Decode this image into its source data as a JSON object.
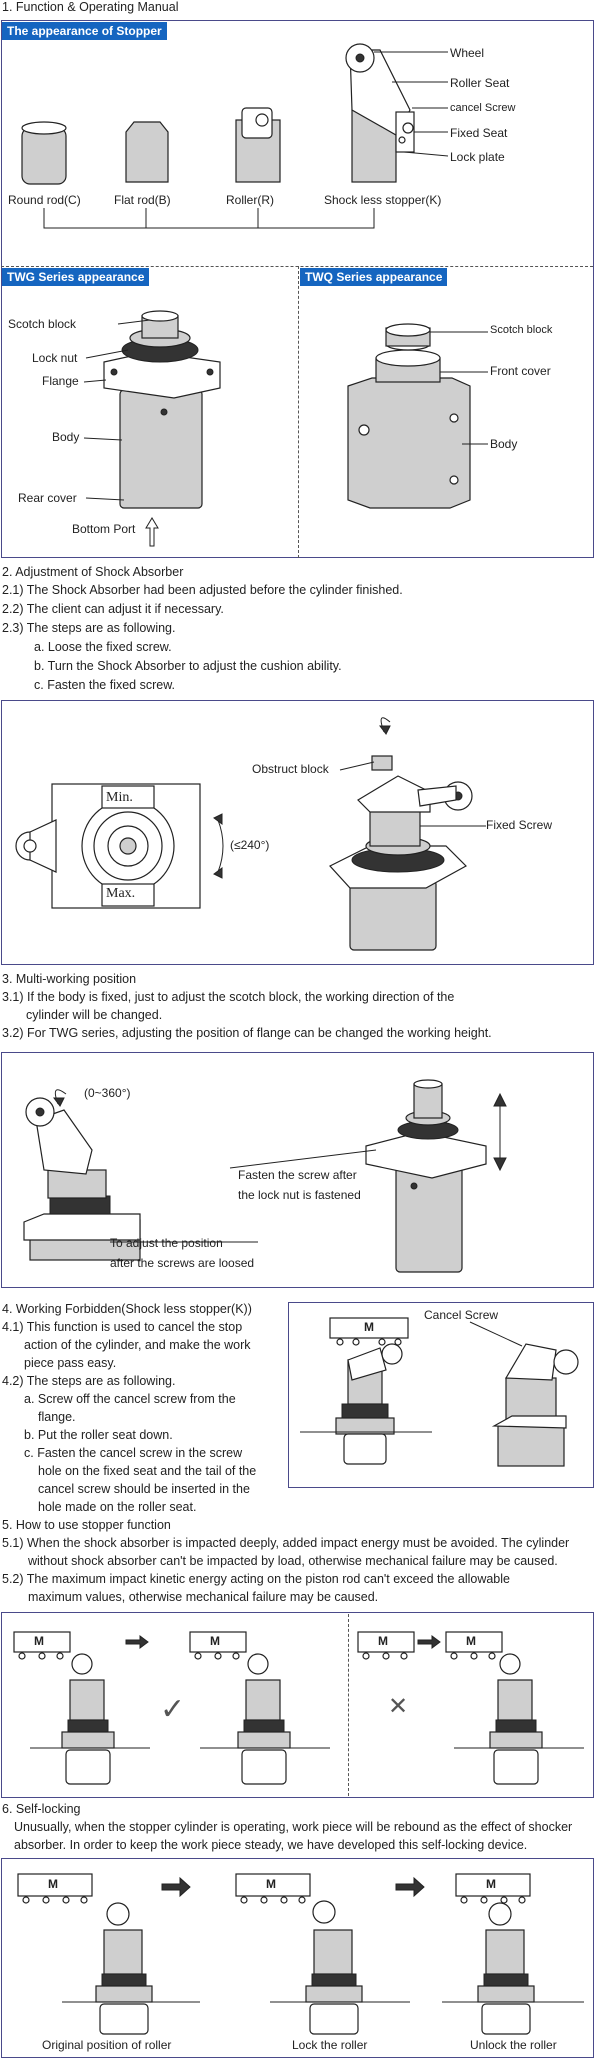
{
  "sections": {
    "s1_title": "1. Function & Operating Manual",
    "s1_stopper_tag": "The appearance of Stopper",
    "s1_stopper_labels": {
      "wheel": "Wheel",
      "roller_seat": "Roller Seat",
      "cancel_screw": "cancel Screw",
      "fixed_seat": "Fixed Seat",
      "lock_plate": "Lock plate"
    },
    "s1_types": {
      "round": "Round rod(C)",
      "flat": "Flat rod(B)",
      "roller": "Roller(R)",
      "shockless": "Shock less stopper(K)"
    },
    "twg_tag": "TWG Series appearance",
    "twq_tag": "TWQ Series appearance",
    "twg_labels": {
      "scotch": "Scotch block",
      "lock_nut": "Lock nut",
      "flange": "Flange",
      "body": "Body",
      "rear_cover": "Rear cover",
      "bottom_port": "Bottom Port"
    },
    "twq_labels": {
      "scotch": "Scotch block",
      "front_cover": "Front cover",
      "body": "Body"
    },
    "s2_title": "2. Adjustment of Shock Absorber",
    "s2_lines": [
      "2.1) The Shock Absorber had been adjusted before the cylinder finished.",
      "2.2) The client can adjust it if necessary.",
      "2.3) The steps are as following.",
      "a. Loose the fixed screw.",
      "b. Turn the Shock Absorber to adjust the cushion ability.",
      "c. Fasten the fixed screw."
    ],
    "s2_fig": {
      "min": "Min.",
      "max": "Max.",
      "angle": "(≤240°)",
      "obstruct": "Obstruct block",
      "fixed_screw": "Fixed Screw"
    },
    "s3_title": "3. Multi-working position",
    "s3_lines": [
      "3.1) If the body is fixed, just to adjust the scotch block, the working direction of the",
      "cylinder will be changed.",
      "3.2) For TWG series, adjusting the position of flange can be changed the working height."
    ],
    "s3_fig": {
      "angle": "(0~360°)",
      "adjust1": "To adjust the position",
      "adjust2": "after the screws are loosed",
      "fasten1": "Fasten the screw after",
      "fasten2": "the lock nut is fastened"
    },
    "s4_title": "4. Working Forbidden(Shock less stopper(K))",
    "s4_lines": [
      "4.1) This function is used to cancel the stop",
      "action of the cylinder, and make the work",
      "piece pass easy.",
      "4.2) The steps are as following.",
      "a. Screw off the cancel screw from the",
      "flange.",
      "b. Put the roller seat down.",
      "c. Fasten the cancel screw in the screw",
      "hole on the fixed seat and the tail of the",
      "cancel screw should be inserted in the",
      "hole made on the roller seat."
    ],
    "s4_fig": {
      "cancel": "Cancel Screw",
      "m": "M"
    },
    "s5_title": "5. How to use stopper function",
    "s5_lines": [
      "5.1) When the shock absorber is impacted deeply, added impact energy must be avoided. The cylinder",
      "without shock absorber can't be impacted by load, otherwise mechanical failure may be caused.",
      "5.2) The maximum impact kinetic energy acting on the piston rod can't exceed the allowable",
      "maximum values, otherwise mechanical failure may be caused."
    ],
    "s5_fig": {
      "m": "M",
      "ok": "✓",
      "ng": "✕"
    },
    "s6_title": "6. Self-locking",
    "s6_lines": [
      "Unusually, when the stopper cylinder is operating, work piece will be rebound as the effect of shocker",
      "absorber. In order to keep the work piece steady, we have developed this self-locking device."
    ],
    "s6_fig": {
      "m": "M",
      "cap1": "Original position of roller",
      "cap2": "Lock the roller",
      "cap3": "Unlock the roller"
    }
  }
}
